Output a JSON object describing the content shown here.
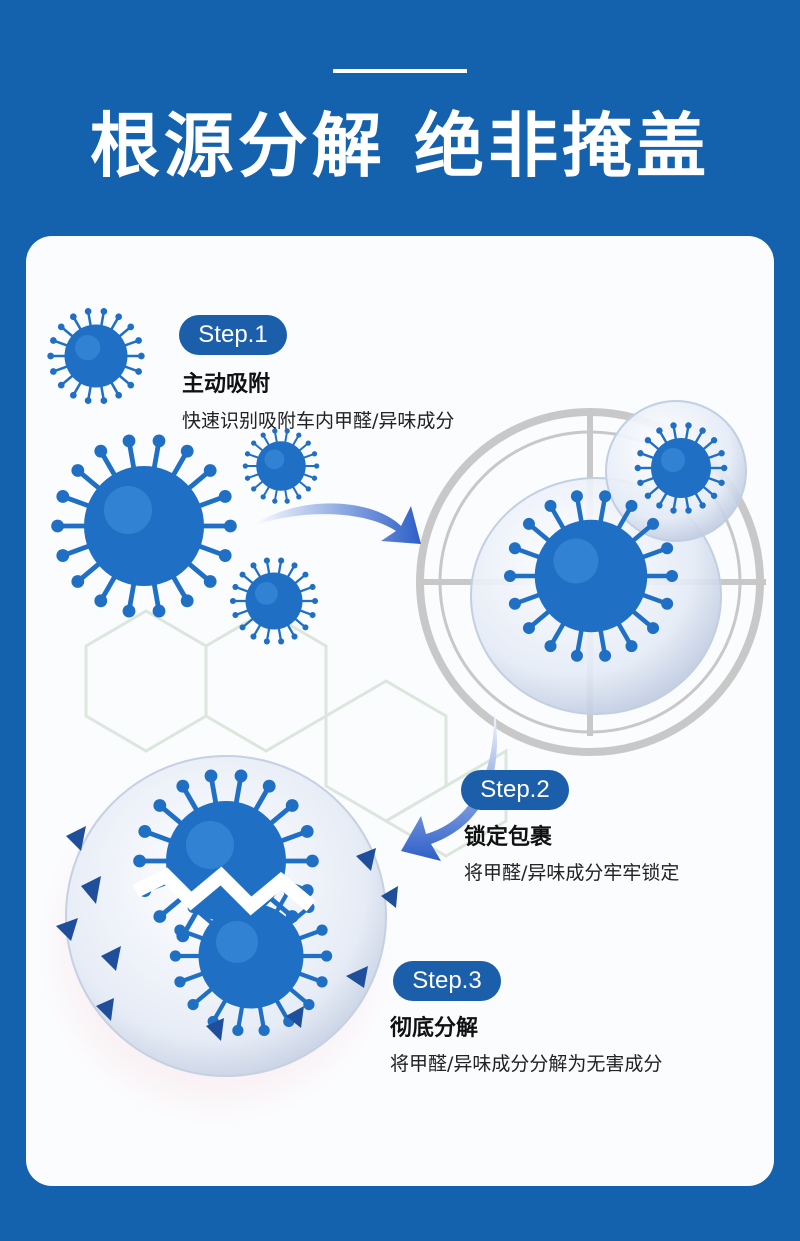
{
  "header": {
    "title": "根源分解 绝非掩盖"
  },
  "steps": [
    {
      "label": "Step.1",
      "title": "主动吸附",
      "desc": "快速识别吸附车内甲醛/异味成分"
    },
    {
      "label": "Step.2",
      "title": "锁定包裹",
      "desc": "将甲醛/异味成分牢牢锁定"
    },
    {
      "label": "Step.3",
      "title": "彻底分解",
      "desc": "将甲醛/异味成分分解为无害成分"
    }
  ],
  "colors": {
    "background": "#1462ad",
    "card": "#fbfcfe",
    "pill": "#1b5ea9",
    "virus": "#1f6fc4",
    "arrow": "#2d5fc8"
  }
}
